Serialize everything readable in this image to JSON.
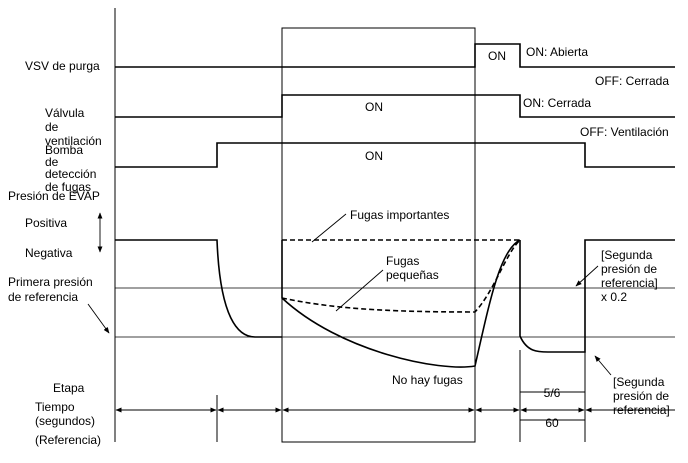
{
  "labels": {
    "vsv": "VSV de purga",
    "valve_line1": "Válvula",
    "valve_line2": "de",
    "valve_line3": "ventilación",
    "pump_line1": "Bomba",
    "pump_line2": "de",
    "pump_line3": "detección",
    "pump_line4": "de fugas",
    "evap": "Presión de EVAP",
    "positive": "Positiva",
    "negative": "Negativa",
    "first_ref_line1": "Primera presión",
    "first_ref_line2": "de referencia",
    "stage": "Etapa",
    "time_line1": "Tiempo",
    "time_line2": "(segundos)",
    "reference": "(Referencia)"
  },
  "states": {
    "on": "ON",
    "vsv_on": "ON: Abierta",
    "vsv_off": "OFF: Cerrada",
    "valve_on": "ON: Cerrada",
    "valve_off": "OFF: Ventilación"
  },
  "annotations": {
    "big_leaks": "Fugas importantes",
    "small_leaks_line1": "Fugas",
    "small_leaks_line2": "pequeñas",
    "no_leaks": "No hay fugas",
    "second_ref_a_line1": "[Segunda",
    "second_ref_a_line2": "presión de",
    "second_ref_a_line3": "referencia]",
    "second_ref_a_line4": "x 0.2",
    "second_ref_b_line1": "[Segunda",
    "second_ref_b_line2": "presión de",
    "second_ref_b_line3": "referencia]"
  },
  "stages": {
    "stage_value": "5/6",
    "time_value": "60"
  }
}
